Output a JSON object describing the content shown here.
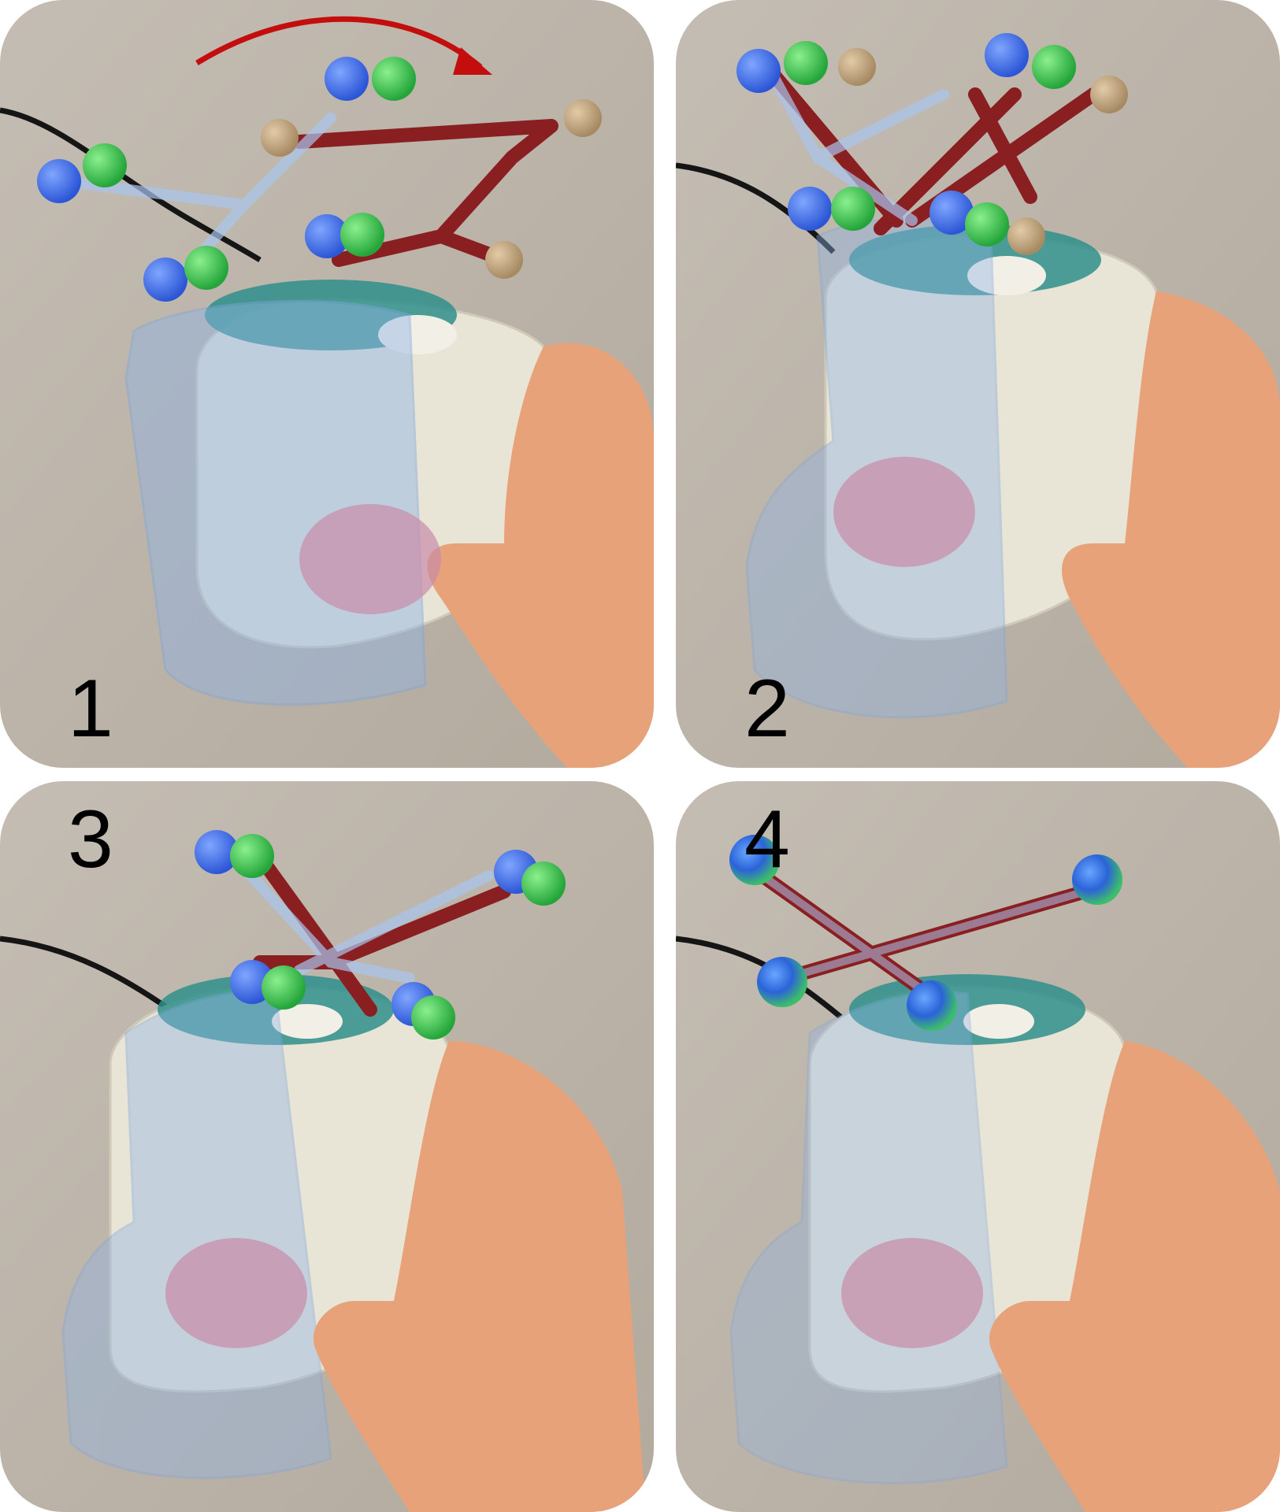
{
  "panels": [
    {
      "label": "1"
    },
    {
      "label": "2"
    },
    {
      "label": "3"
    },
    {
      "label": "4"
    }
  ],
  "colors": {
    "background": "#b9b2a8",
    "device_body": "#e8e4d6",
    "device_cap": "#2f8f8c",
    "marker_frame": "#8a1f22",
    "hologram": "#8fb4e6",
    "marker_blue": "#3a6ff0",
    "marker_green": "#34c24a",
    "marker_tan": "#c8ab84",
    "hand": "#e8a27a",
    "arrow": "#c40d0d",
    "cable": "#151515"
  }
}
